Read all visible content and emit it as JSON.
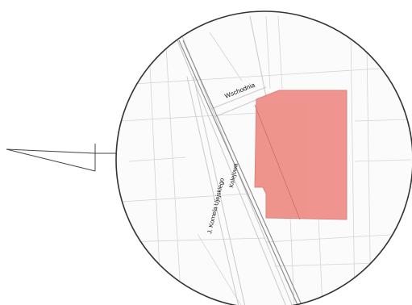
{
  "streets": {
    "wschodnia": "Wschodnia",
    "kornela": "J. Kornela Ujejskiego",
    "kolejowa": "Kolejowa"
  },
  "colors": {
    "parcel_fill": "#ef8f88",
    "parcel_stroke": "#d97c75",
    "circle_outline": "#333333",
    "street_lines": "#c9c9c9",
    "railway": "#8f8f8f",
    "pointer": "#444444"
  },
  "icons": {
    "pointer": "callout-pointer-icon"
  }
}
